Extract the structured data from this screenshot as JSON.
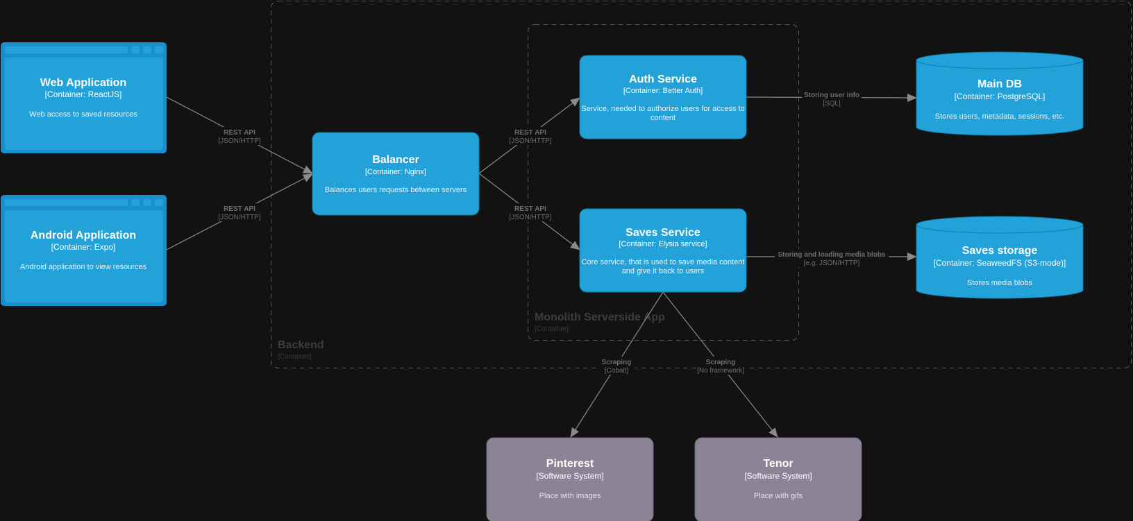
{
  "colors": {
    "background": "#121212",
    "container_fill": "#23a2d9",
    "container_stroke": "#0e7dad",
    "app_frame": "#1a8fd0",
    "external_fill": "#8c8496",
    "external_stroke": "#6f6779",
    "arrow": "#8a8a8a",
    "boundary": "#5a5a5a"
  },
  "boundaries": {
    "backend": {
      "title": "Backend",
      "type": "[Container]"
    },
    "monolith": {
      "title": "Monolith Serverside App",
      "type": "[Container]"
    }
  },
  "nodes": {
    "web_app": {
      "title": "Web Application",
      "tech": "[Container: ReactJS]",
      "desc": "Web access to saved resources"
    },
    "android_app": {
      "title": "Android Application",
      "tech": "[Container: Expo]",
      "desc": "Android application to view resources"
    },
    "balancer": {
      "title": "Balancer",
      "tech": "[Container: Nginx]",
      "desc": "Balances users requests between servers"
    },
    "auth_service": {
      "title": "Auth Service",
      "tech": "[Container: Better Auth]",
      "desc_lines": [
        "Service, needed to authorize users for access to",
        "content"
      ]
    },
    "saves_service": {
      "title": "Saves Service",
      "tech": "[Container: Elysia service]",
      "desc_lines": [
        "Core service, that is used to save media content",
        "and give it back to users"
      ]
    },
    "main_db": {
      "title": "Main DB",
      "tech": "[Container: PostgreSQL]",
      "desc": "Stores users, metadata, sessions, etc."
    },
    "saves_storage": {
      "title": "Saves storage",
      "tech": "[Container: SeaweedFS (S3-mode)]",
      "desc": "Stores media blobs"
    },
    "pinterest": {
      "title": "Pinterest",
      "tech": "[Software System]",
      "desc": "Place with images"
    },
    "tenor": {
      "title": "Tenor",
      "tech": "[Software System]",
      "desc": "Place with gifs"
    }
  },
  "edges": {
    "web_to_balancer": {
      "label": "REST API",
      "tech": "[JSON/HTTP]"
    },
    "android_to_balancer": {
      "label": "REST API",
      "tech": "[JSON/HTTP]"
    },
    "balancer_to_auth": {
      "label": "REST API",
      "tech": "[JSON/HTTP]"
    },
    "balancer_to_saves": {
      "label": "REST API",
      "tech": "[JSON/HTTP]"
    },
    "auth_to_maindb": {
      "label": "Storing user info",
      "tech": "[SQL]"
    },
    "saves_to_storage": {
      "label": "Storing and loading media blobs",
      "tech": "[e.g. JSON/HTTP]"
    },
    "saves_to_pinterest": {
      "label": "Scraping",
      "tech": "[Cobalt]"
    },
    "saves_to_tenor": {
      "label": "Scraping",
      "tech": "[No framework]"
    }
  }
}
